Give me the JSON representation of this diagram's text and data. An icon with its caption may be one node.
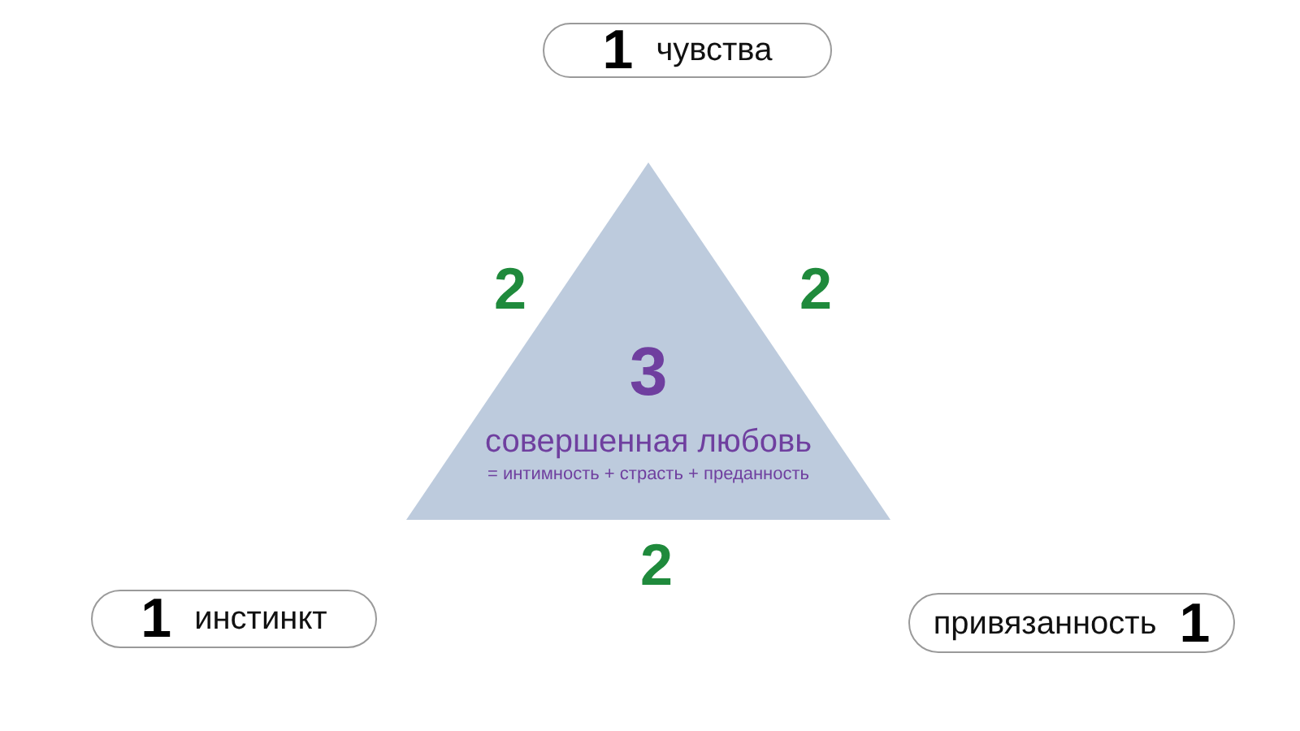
{
  "diagram": {
    "nodes": [
      {
        "text": [
          "1",
          "чувства"
        ]
      },
      {
        "text": [
          "3",
          "совершенная любовь",
          "= интимность + страсть + преданность"
        ]
      },
      {
        "text": [
          "1",
          "инстинкт"
        ]
      },
      {
        "text": [
          "привязанность",
          "1"
        ]
      }
    ],
    "labels": [
      "2",
      "2",
      "2"
    ]
  }
}
